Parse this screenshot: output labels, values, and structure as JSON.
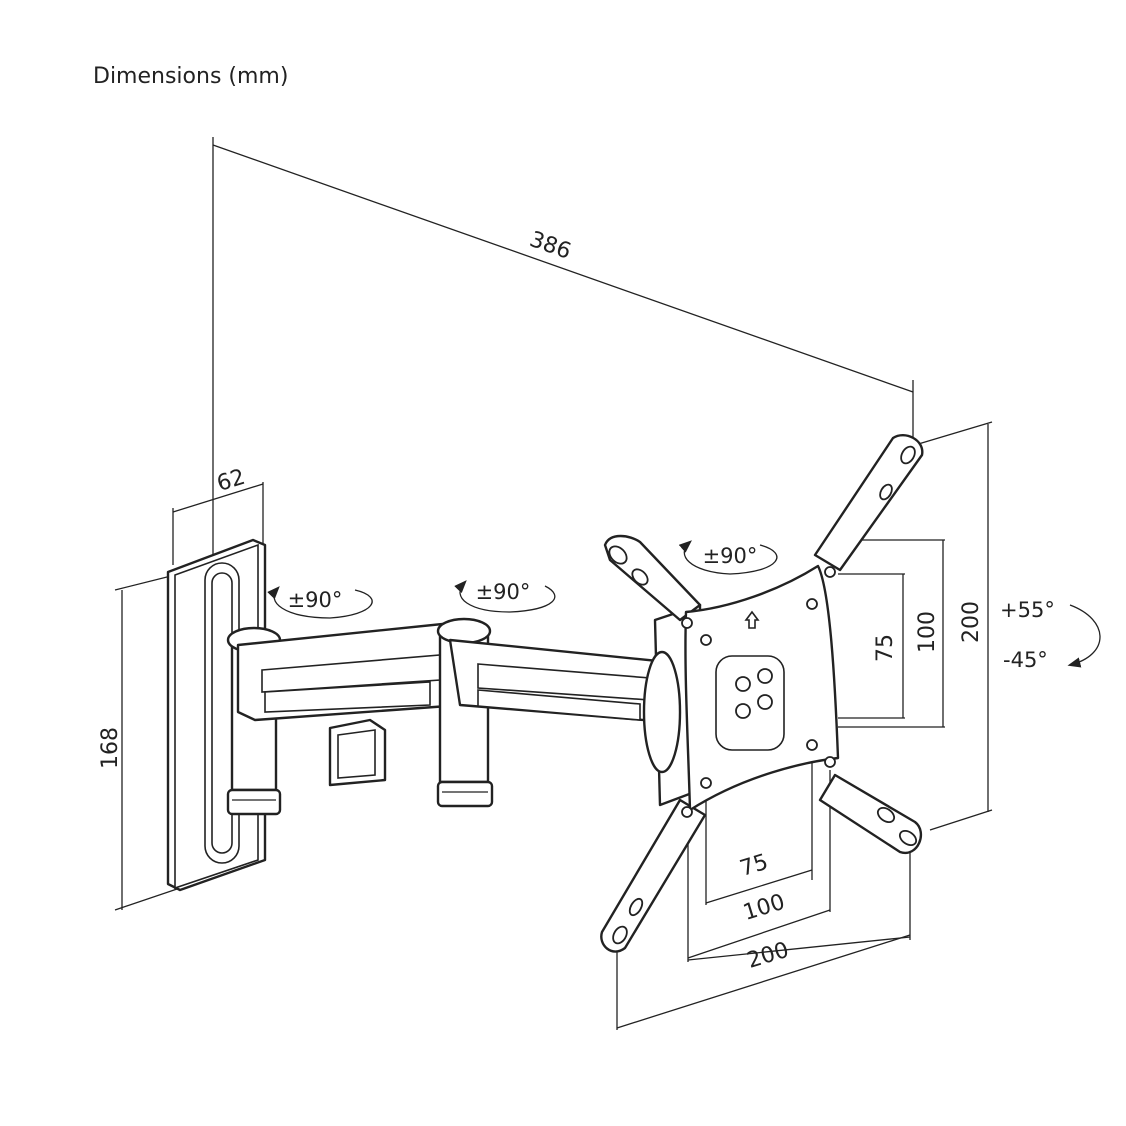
{
  "title": "Dimensions (mm)",
  "dimensions": {
    "arm_length": "386",
    "plate_depth": "62",
    "plate_height": "168",
    "vesa_h_75": "75",
    "vesa_h_100": "100",
    "vesa_h_200": "200",
    "vesa_v_75": "75",
    "vesa_v_100": "100",
    "vesa_v_200": "200"
  },
  "rotations": {
    "wall_joint": "±90°",
    "middle_joint": "±90°",
    "head_rotation": "±90°",
    "tilt_up": "+55°",
    "tilt_down": "-45°"
  }
}
